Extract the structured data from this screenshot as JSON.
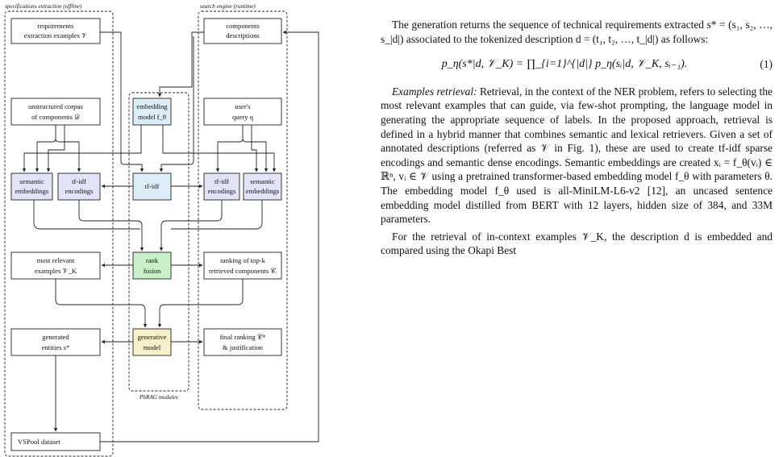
{
  "figure": {
    "section_left": "specifications extraction (offline)",
    "section_right": "search engine (runtime)",
    "module_caption": "PhRAG modules",
    "boxes": {
      "req_examples": [
        "requirements",
        "extraction examples 𝒱"
      ],
      "unstructured_corpus": [
        "unstructured corpus",
        "of components 𝒟"
      ],
      "semantic_left": [
        "semantic",
        "embeddings"
      ],
      "tfidf_left": [
        "tf-idf",
        "encodings"
      ],
      "most_relevant": [
        "most relevant",
        "examples 𝒱_K"
      ],
      "generated_entities": [
        "generated",
        "entities s*"
      ],
      "vspool": [
        "VSPool dataset"
      ],
      "embedding_model": [
        "embedding",
        "model f_θ"
      ],
      "tfidf_center": [
        "tf-idf"
      ],
      "rank_fusion": [
        "rank",
        "fusion"
      ],
      "generative_model": [
        "generative",
        "model"
      ],
      "components_desc": [
        "components",
        "descriptions"
      ],
      "users_query": [
        "user's",
        "query q"
      ],
      "tfidf_right": [
        "tf-idf",
        "encodings"
      ],
      "semantic_right": [
        "semantic",
        "embeddings"
      ],
      "ranking_topk": [
        "ranking of top-k",
        "retrieved components 𝒞ᵢ"
      ],
      "final_ranking": [
        "final ranking 𝒞*",
        "& justification"
      ]
    },
    "colors": {
      "embedding": "#dbeef8",
      "encodings": "#e3e3f7",
      "fusion": "#c9f0c9",
      "generative": "#f7f0c8"
    }
  },
  "text": {
    "p1": "The generation returns the sequence of technical requirements extracted s* = (s₁, s₂, …, s_|d|) associated to the tokenized description d = (t₁, t₂, …, t_|d|) as follows:",
    "equation": "p_η(s*|d, 𝒱_K) = ∏_{i=1}^{|d|} p_η(sᵢ|d, 𝒱_K, sᵢ₋₁).",
    "equation_number": "(1)",
    "retrieval_heading": "Examples retrieval:",
    "p2": "Retrieval, in the context of the NER problem, refers to selecting the most relevant examples that can guide, via few-shot prompting, the language model in generating the appropriate sequence of labels. In the proposed approach, retrieval is defined in a hybrid manner that combines semantic and lexical retrievers. Given a set of annotated descriptions (referred as 𝒱 in Fig. 1), these are used to create tf-idf sparse encodings and semantic dense encodings. Semantic embeddings are created xᵢ = f_θ(vᵢ) ∈ ℝⁿ, vᵢ ∈ 𝒱 using a pretrained transformer-based embedding model f_θ with parameters θ. The embedding model f_θ used is all-MiniLM-L6-v2 [12], an uncased sentence embedding model distilled from BERT with 12 layers, hidden size of 384, and 33M parameters.",
    "p3": "For the retrieval of in-context examples 𝒱_K, the description d is embedded and compared using the Okapi Best"
  }
}
